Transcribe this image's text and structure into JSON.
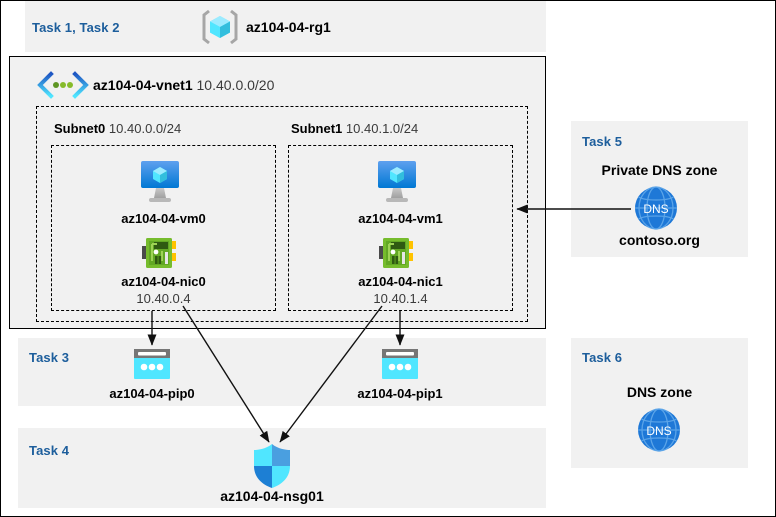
{
  "diagram": {
    "title_icons": {
      "resource_group": "resource-group-icon",
      "vnet": "virtual-network-icon",
      "vm": "virtual-machine-icon",
      "nic": "network-interface-icon",
      "pip": "public-ip-icon",
      "nsg": "network-security-group-icon",
      "dns": "dns-zone-icon"
    },
    "colors": {
      "panel_bg": "#f1f1f1",
      "task_label": "#1d5e9c",
      "border": "#000000",
      "cyan": "#32c8f0",
      "blue": "#1d7fd4",
      "green": "#6fae3e",
      "dns_blue": "#1e78d7"
    }
  },
  "tasks": {
    "task12": {
      "label": "Task 1, Task 2"
    },
    "task3": {
      "label": "Task 3"
    },
    "task4": {
      "label": "Task 4"
    },
    "task5": {
      "label": "Task 5"
    },
    "task6": {
      "label": "Task 6"
    }
  },
  "resource_group": {
    "name": "az104-04-rg1"
  },
  "vnet": {
    "name": "az104-04-vnet1",
    "address_space": "10.40.0.0/20"
  },
  "subnets": [
    {
      "name": "Subnet0",
      "cidr": "10.40.0.0/24",
      "vm": {
        "name": "az104-04-vm0"
      },
      "nic": {
        "name": "az104-04-nic0",
        "ip": "10.40.0.4"
      }
    },
    {
      "name": "Subnet1",
      "cidr": "10.40.1.0/24",
      "vm": {
        "name": "az104-04-vm1"
      },
      "nic": {
        "name": "az104-04-nic1",
        "ip": "10.40.1.4"
      }
    }
  ],
  "public_ips": [
    {
      "name": "az104-04-pip0"
    },
    {
      "name": "az104-04-pip1"
    }
  ],
  "nsg": {
    "name": "az104-04-nsg01"
  },
  "private_dns_zone": {
    "heading": "Private DNS zone",
    "name": "contoso.org",
    "icon_text": "DNS"
  },
  "dns_zone": {
    "heading": "DNS zone",
    "icon_text": "DNS"
  }
}
